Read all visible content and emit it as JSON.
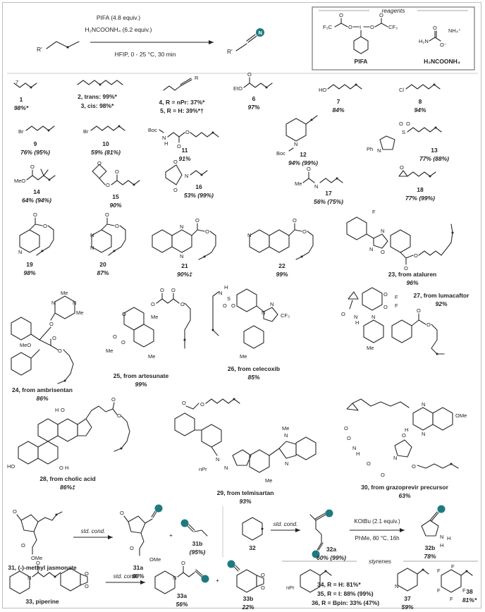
{
  "reaction": {
    "reagent_line1": "PIFA (4.8 equiv.)",
    "reagent_line2": "H₂NCOONH₄ (6.2 equiv.)",
    "condition_line": "HFIP, 0 - 25 °C, 30 min",
    "substrate_label": "R'",
    "product_label": "R'"
  },
  "reagents_box": {
    "title": "reagents",
    "pifa_label": "PIFA",
    "carbamate_label": "H₂NCOONH₄"
  },
  "atoms": {
    "N": "N",
    "O": "O",
    "F": "F",
    "H": "H",
    "Cl": "Cl",
    "Br": "Br",
    "S": "S",
    "Me": "Me",
    "NH4": "NH₄⁺",
    "Ominus": "O⁻",
    "H2N": "H₂N",
    "F3C": "F₃C",
    "CF3": "CF₃",
    "OMe": "OMe",
    "EtO": "EtO",
    "HO": "HO",
    "Boc": "Boc",
    "Ph": "Ph",
    "MeO": "MeO",
    "nPr": "nPr",
    "I": "I"
  },
  "compounds": [
    {
      "id": "c1",
      "label": "1",
      "yield": "98%*"
    },
    {
      "id": "c2",
      "label": "2, trans: 99%*",
      "yield": ""
    },
    {
      "id": "c3",
      "label": "3, cis: 98%*",
      "yield": ""
    },
    {
      "id": "c4",
      "label": "4, R = nPr: 37%*",
      "yield": ""
    },
    {
      "id": "c5",
      "label": "5, R = H: 39%*†",
      "yield": ""
    },
    {
      "id": "c6",
      "label": "6",
      "yield": "97%"
    },
    {
      "id": "c7",
      "label": "7",
      "yield": "84%"
    },
    {
      "id": "c8",
      "label": "8",
      "yield": "94%"
    },
    {
      "id": "c9",
      "label": "9",
      "yield": "76% (95%)"
    },
    {
      "id": "c10",
      "label": "10",
      "yield": "59% (81%)"
    },
    {
      "id": "c11",
      "label": "11",
      "yield": "91%"
    },
    {
      "id": "c12",
      "label": "12",
      "yield": "94% (99%)"
    },
    {
      "id": "c13",
      "label": "13",
      "yield": "77% (88%)"
    },
    {
      "id": "c14",
      "label": "14",
      "yield": "64% (94%)"
    },
    {
      "id": "c15",
      "label": "15",
      "yield": "90%"
    },
    {
      "id": "c16",
      "label": "16",
      "yield": "53% (99%)"
    },
    {
      "id": "c17",
      "label": "17",
      "yield": "56% (75%)"
    },
    {
      "id": "c18",
      "label": "18",
      "yield": "77% (99%)"
    },
    {
      "id": "c19",
      "label": "19",
      "yield": "98%"
    },
    {
      "id": "c20",
      "label": "20",
      "yield": "87%"
    },
    {
      "id": "c21",
      "label": "21",
      "yield": "90%‡"
    },
    {
      "id": "c22",
      "label": "22",
      "yield": "99%"
    },
    {
      "id": "c23",
      "label": "23, from ataluren",
      "yield": "96%"
    },
    {
      "id": "c24",
      "label": "24, from ambrisentan",
      "yield": "86%"
    },
    {
      "id": "c25",
      "label": "25, from artesunate",
      "yield": "99%"
    },
    {
      "id": "c26",
      "label": "26, from celecoxib",
      "yield": "85%"
    },
    {
      "id": "c27",
      "label": "27, from lumacaftor",
      "yield": "92%"
    },
    {
      "id": "c28",
      "label": "28, from cholic acid",
      "yield": "86%‡"
    },
    {
      "id": "c29",
      "label": "29, from telmisartan",
      "yield": "93%"
    },
    {
      "id": "c30",
      "label": "30, from grazoprevir precursor",
      "yield": "63%"
    },
    {
      "id": "c31",
      "label": "31, (-)-methyl jasmonate",
      "yield": ""
    },
    {
      "id": "c31a",
      "label": "31a",
      "yield": "98%"
    },
    {
      "id": "c31b",
      "label": "31b",
      "yield": "(95%)"
    },
    {
      "id": "c32",
      "label": "32",
      "yield": ""
    },
    {
      "id": "c32a",
      "label": "32a",
      "yield": "60% (99%)"
    },
    {
      "id": "c32b",
      "label": "32b",
      "yield": "78%"
    },
    {
      "id": "c33",
      "label": "33, piperine",
      "yield": ""
    },
    {
      "id": "c33a",
      "label": "33a",
      "yield": "56%"
    },
    {
      "id": "c33b",
      "label": "33b",
      "yield": "22%"
    },
    {
      "id": "c34",
      "label": "34, R = H: 81%*",
      "yield": ""
    },
    {
      "id": "c35",
      "label": "35, R = I: 88% (99%)",
      "yield": ""
    },
    {
      "id": "c36",
      "label": "36, R = Bpin: 33% (47%)",
      "yield": ""
    },
    {
      "id": "c37",
      "label": "37",
      "yield": "59%"
    },
    {
      "id": "c38",
      "label": "38",
      "yield": "81%*"
    }
  ],
  "sub_labels": {
    "n7": "7",
    "c4_R": "R",
    "c31_std": "std. cond.",
    "c32_std": "std. cond.",
    "c33_std": "std. cond.",
    "kotbu_line1": "KOtBu (2.1 equiv.)",
    "kotbu_line2": "PhMe, 80 °C, 16h",
    "styrenes_title": "styrenes",
    "plus": "+"
  },
  "colors": {
    "nitrile_teal": "#1f7a80",
    "frame": "#bdbdbd",
    "bond": "#2a2a2a",
    "reagent_box": "#8a8a8a"
  }
}
